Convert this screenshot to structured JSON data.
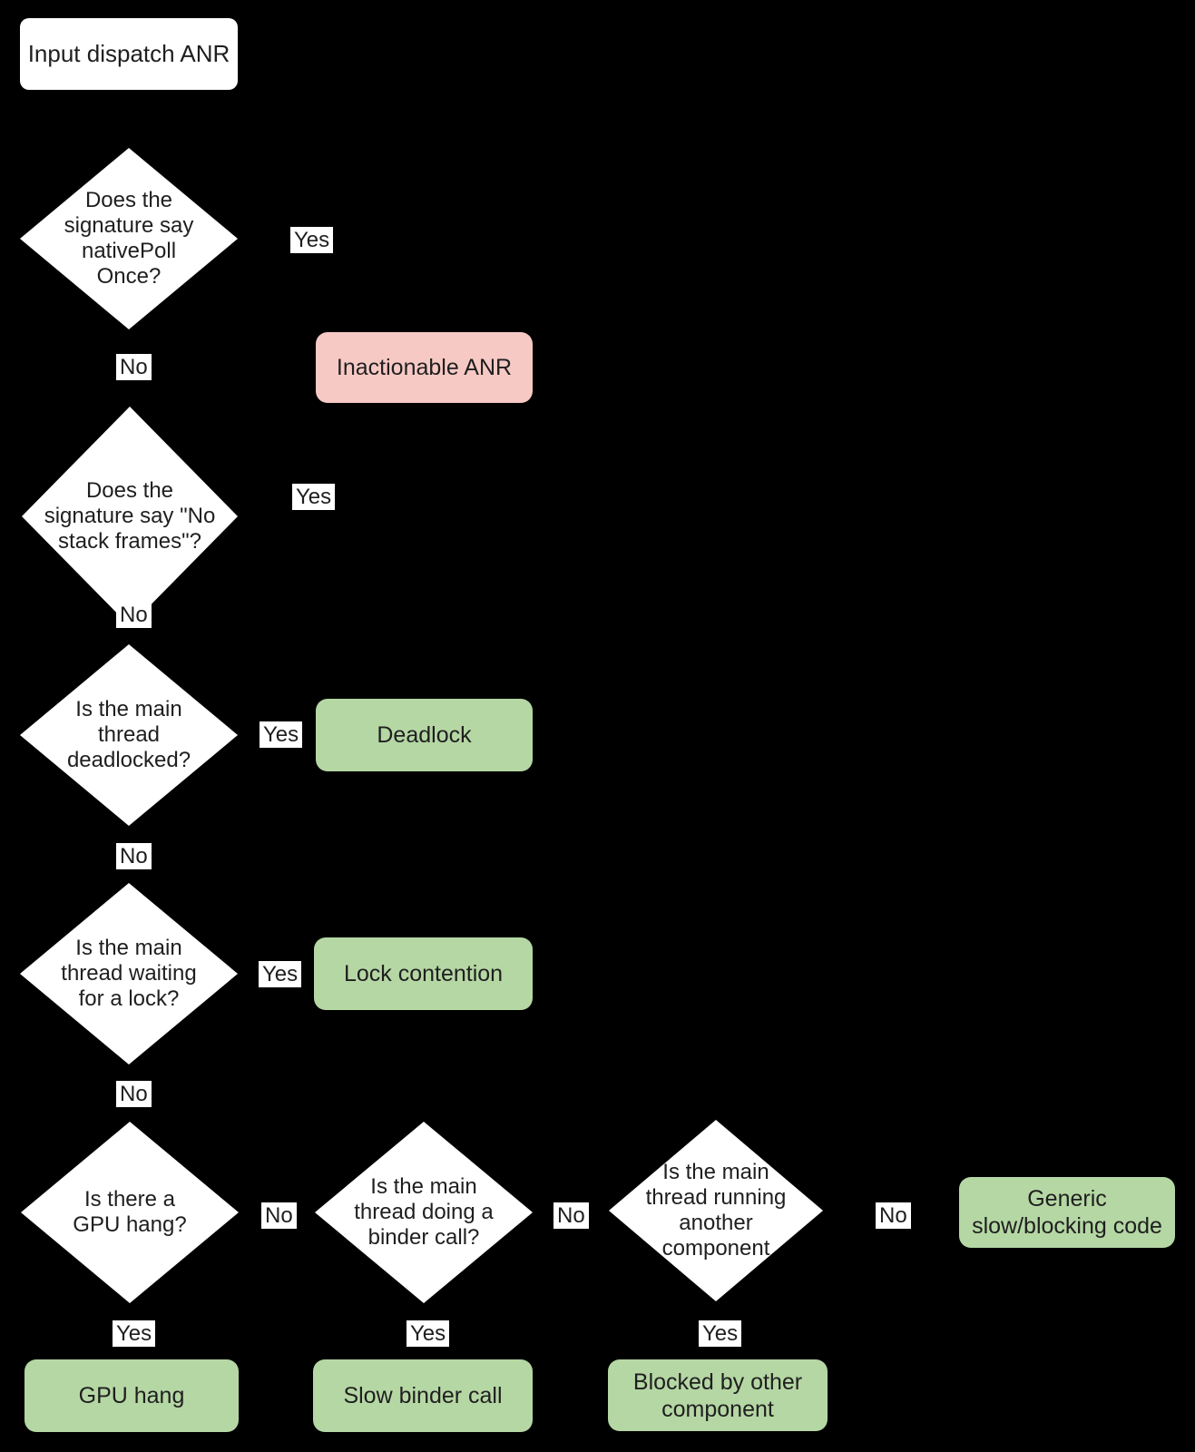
{
  "diagram": {
    "colors": {
      "background": "#000000",
      "node_fill": "#ffffff",
      "outcome_green": "#b5d7a4",
      "outcome_pink": "#f7c9c5",
      "label_bg": "#ffffff",
      "text": "#1f1f1f"
    },
    "start": {
      "label": "Input dispatch ANR"
    },
    "decisions": [
      {
        "id": "native-poll",
        "text": "Does the\nsignature say\nnativePoll\nOnce?"
      },
      {
        "id": "no-stack-frames",
        "text": "Does the\nsignature say \"No\nstack frames\"?"
      },
      {
        "id": "deadlocked",
        "text": "Is the main\nthread\ndeadlocked?"
      },
      {
        "id": "waiting-lock",
        "text": "Is the main\nthread waiting\nfor a lock?"
      },
      {
        "id": "gpu-hang",
        "text": "Is there a\nGPU hang?"
      },
      {
        "id": "binder-call",
        "text": "Is the main\nthread doing a\nbinder call?"
      },
      {
        "id": "another-component",
        "text": "Is the main\nthread running\nanother\ncomponent"
      }
    ],
    "outcomes": [
      {
        "id": "inactionable-anr",
        "label": "Inactionable ANR",
        "kind": "pink"
      },
      {
        "id": "deadlock",
        "label": "Deadlock",
        "kind": "green"
      },
      {
        "id": "lock-contention",
        "label": "Lock contention",
        "kind": "green"
      },
      {
        "id": "gpu-hang",
        "label": "GPU hang",
        "kind": "green"
      },
      {
        "id": "slow-binder-call",
        "label": "Slow binder call",
        "kind": "green"
      },
      {
        "id": "blocked-by-other-component",
        "label": "Blocked by other\ncomponent",
        "kind": "green"
      },
      {
        "id": "generic-slow-blocking-code",
        "label": "Generic\nslow/blocking code",
        "kind": "green"
      }
    ],
    "edge_labels": [
      {
        "id": "yes-1",
        "text": "Yes"
      },
      {
        "id": "no-1",
        "text": "No"
      },
      {
        "id": "yes-2",
        "text": "Yes"
      },
      {
        "id": "no-2",
        "text": "No"
      },
      {
        "id": "yes-3",
        "text": "Yes"
      },
      {
        "id": "no-3",
        "text": "No"
      },
      {
        "id": "yes-4",
        "text": "Yes"
      },
      {
        "id": "no-4",
        "text": "No"
      },
      {
        "id": "yes-5",
        "text": "Yes"
      },
      {
        "id": "no-5",
        "text": "No"
      },
      {
        "id": "yes-6",
        "text": "Yes"
      },
      {
        "id": "no-6",
        "text": "No"
      },
      {
        "id": "yes-7",
        "text": "Yes"
      },
      {
        "id": "no-7",
        "text": "No"
      }
    ]
  }
}
